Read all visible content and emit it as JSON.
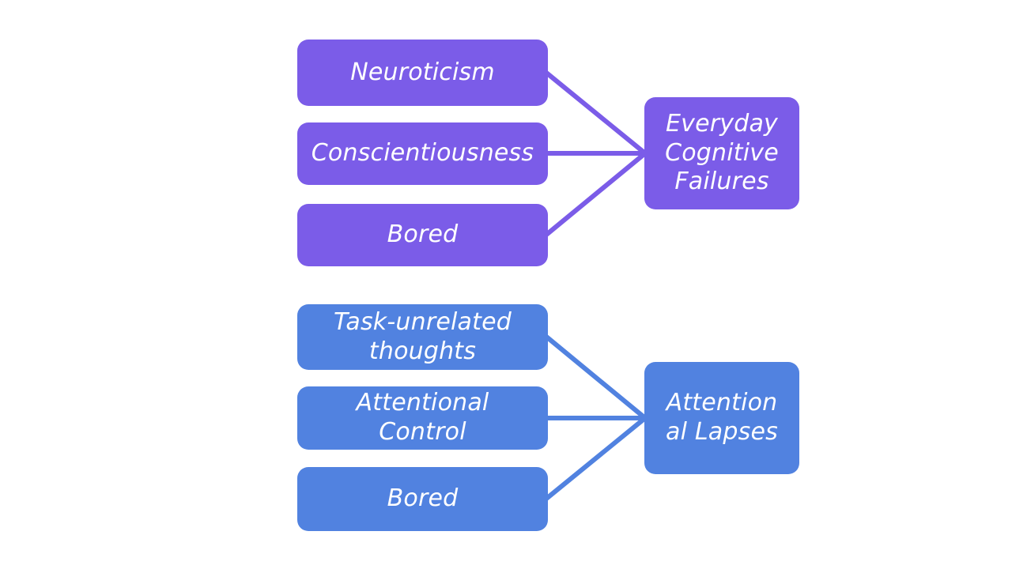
{
  "diagram": {
    "title": "Cognitive failures and attentional lapses predictor diagram",
    "colors": {
      "purple": "#7b5ce8",
      "blue": "#5182e0",
      "background": "#ffffff",
      "label_text": "#ffffff"
    },
    "groups": [
      {
        "id": "group-purple",
        "color": "#7b5ce8",
        "predictors": [
          {
            "id": "neuroticism",
            "label": "Neuroticism"
          },
          {
            "id": "conscientiousness",
            "label": "Conscientiousness"
          },
          {
            "id": "bored-purple",
            "label": "Bored"
          }
        ],
        "outcome": {
          "id": "everyday-cognitive-failures",
          "label": "Everyday\nCognitive\nFailures"
        }
      },
      {
        "id": "group-blue",
        "color": "#5182e0",
        "predictors": [
          {
            "id": "task-unrelated-thoughts",
            "label": "Task-unrelated\nthoughts"
          },
          {
            "id": "attentional-control",
            "label": "Attentional\nControl"
          },
          {
            "id": "bored-blue",
            "label": "Bored"
          }
        ],
        "outcome": {
          "id": "attentional-lapses",
          "label": "Attention\nal Lapses"
        }
      }
    ]
  }
}
